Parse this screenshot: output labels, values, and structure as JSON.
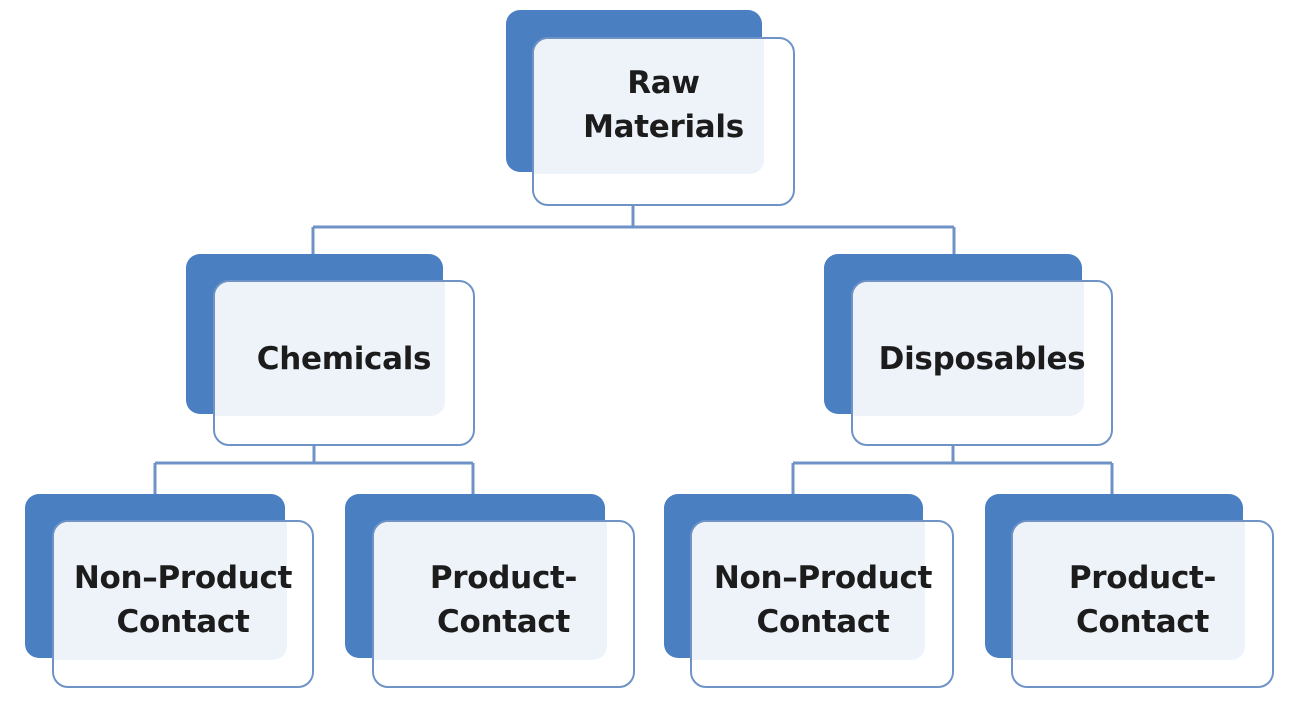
{
  "diagram": {
    "type": "hierarchy",
    "colors": {
      "back_fill": "#4a7fc1",
      "card_border": "#6f93c6",
      "card_tint": "#eef3fa",
      "connector": "#6f93c6",
      "text": "#1c1c1c"
    },
    "root": {
      "label_line1": "Raw",
      "label_line2": "Materials"
    },
    "level1": [
      {
        "id": "chemicals",
        "label": "Chemicals"
      },
      {
        "id": "disposables",
        "label": "Disposables"
      }
    ],
    "level2": [
      {
        "parent": "chemicals",
        "label_line1": "Non–Product",
        "label_line2": "Contact"
      },
      {
        "parent": "chemicals",
        "label_line1": "Product-",
        "label_line2": "Contact"
      },
      {
        "parent": "disposables",
        "label_line1": "Non–Product",
        "label_line2": "Contact"
      },
      {
        "parent": "disposables",
        "label_line1": "Product-",
        "label_line2": "Contact"
      }
    ]
  }
}
